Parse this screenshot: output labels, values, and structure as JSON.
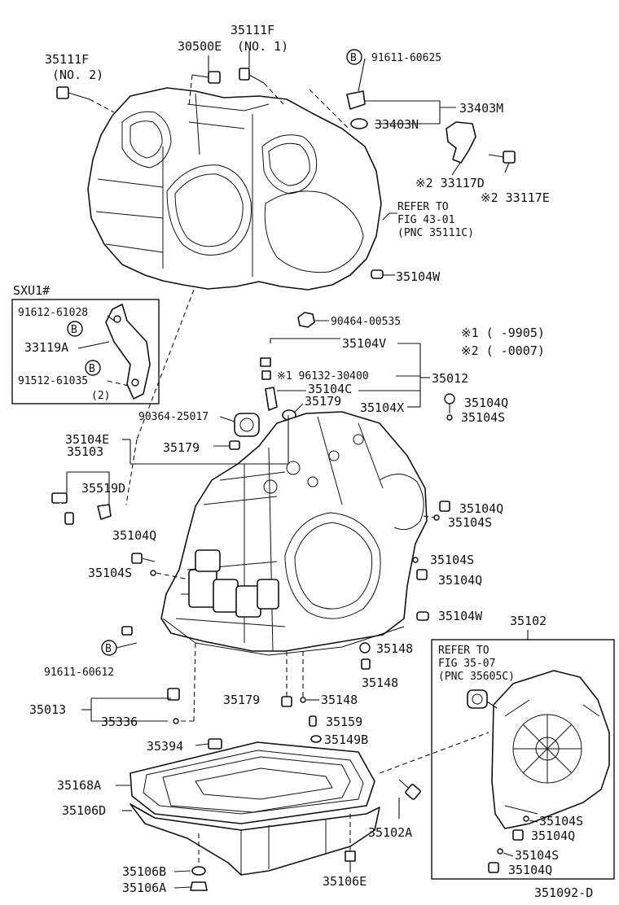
{
  "callouts": {
    "p35111f_no2": "35111F",
    "p35111f_no2_sub": "(NO. 2)",
    "p30500e": "30500E",
    "p35111f_no1": "35111F",
    "p35111f_no1_sub": "(NO. 1)",
    "p91611_60625": "91611-60625",
    "p33403m": "33403M",
    "p33403n": "33403N",
    "p33117d": "※2 33117D",
    "p33117e": "※2 33117E",
    "refer_43_1": "REFER TO",
    "refer_43_2": "FIG 43-01",
    "refer_43_3": "(PNC 35111C)",
    "p35104w_top": "35104W",
    "sxu1": "SXU1#",
    "p91612_61028": "91612-61028",
    "p33119a": "33119A",
    "p91512_61035": "91512-61035",
    "p91512_sub": "(2)",
    "p90464_00535": "90464-00535",
    "p35104v": "35104V",
    "legend1": "※1 (       -9905)",
    "legend2": "※2 (       -0007)",
    "p96132_30400": "※1 96132-30400",
    "p35012": "35012",
    "p35104c": "35104C",
    "p35179_a": "35179",
    "p35104x": "35104X",
    "p35104q_a": "35104Q",
    "p35104s_a": "35104S",
    "p35104e": "35104E",
    "p90364_25017": "90364-25017",
    "p35179_b": "35179",
    "p35103": "35103",
    "p35519d": "35519D",
    "p35104q_b": "35104Q",
    "p35104s_b": "35104S",
    "p35104q_c": "35104Q",
    "p35104s_c": "35104S",
    "p35104s_d": "35104S",
    "p35104q_d": "35104Q",
    "p35104w_mid": "35104W",
    "p35102": "35102",
    "refer_35_1": "REFER TO",
    "refer_35_2": "FIG 35-07",
    "refer_35_3": "(PNC 35605C)",
    "p91611_60612": "91611-60612",
    "p35148_a": "35148",
    "p35148_b": "35148",
    "p35013": "35013",
    "p35179_c": "35179",
    "p35148_c": "35148",
    "p35336": "35336",
    "p35159": "35159",
    "p35149b": "35149B",
    "p35394": "35394",
    "p35168a": "35168A",
    "p35106d": "35106D",
    "p35102a": "35102A",
    "p35104s_e": "35104S",
    "p35104q_e": "35104Q",
    "p35104s_f": "35104S",
    "p35104q_f": "35104Q",
    "p35106b": "35106B",
    "p35106a": "35106A",
    "p35106e": "35106E",
    "fig_no": "351092-D"
  },
  "badges": {
    "b": "B"
  }
}
